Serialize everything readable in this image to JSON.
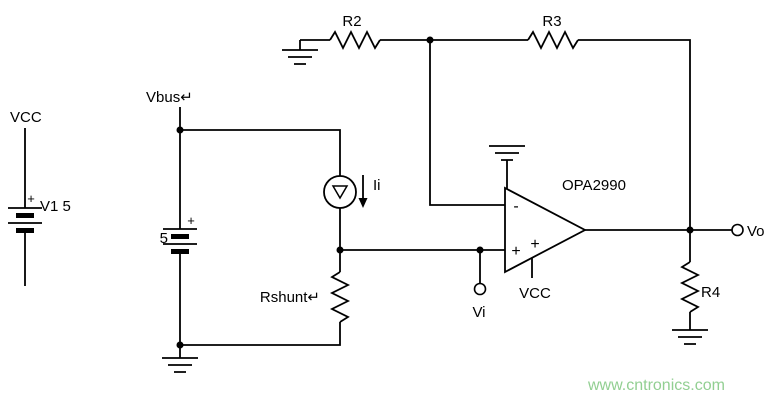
{
  "diagram": {
    "labels": {
      "vcc_supply": "VCC",
      "v1": "V1 5",
      "v1_plus": "+",
      "vbus": "Vbus↵",
      "bus_battery_value": "5",
      "bus_battery_plus": "+",
      "current_source": "Ii",
      "rshunt": "Rshunt↵",
      "r2": "R2",
      "r3": "R3",
      "r4": "R4",
      "opamp_part": "OPA2990",
      "opamp_inverting": "-",
      "opamp_noninverting": "+",
      "opamp_supply_plus": "+",
      "opamp_vcc": "VCC",
      "vi_terminal": "Vi",
      "vo_terminal": "Vo"
    },
    "watermark": {
      "text": "www.cntronics.com",
      "color": "#92cf92"
    },
    "colors": {
      "wire": "#000000",
      "background": "#ffffff"
    }
  }
}
